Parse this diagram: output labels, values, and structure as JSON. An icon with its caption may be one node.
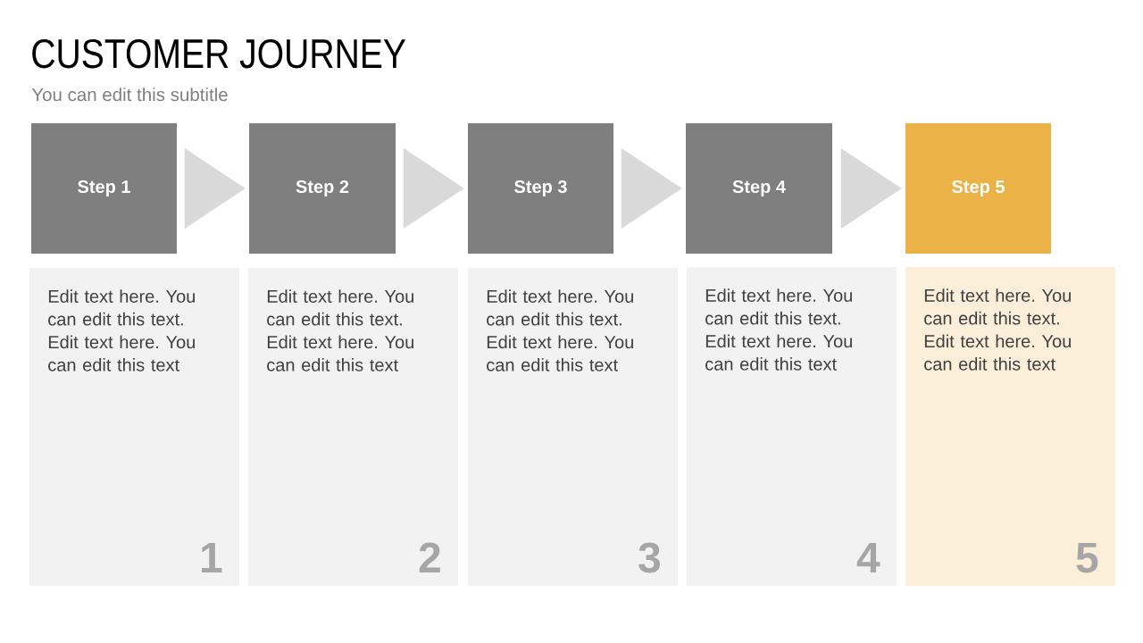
{
  "diagram": {
    "title": "CUSTOMER JOURNEY",
    "nodes": [
      {
        "text": [
          "Step 1"
        ]
      },
      {
        "text": [
          "Step 2"
        ]
      },
      {
        "text": [
          "Step 3"
        ]
      },
      {
        "text": [
          "Step 4"
        ]
      },
      {
        "text": [
          "Step 5"
        ]
      },
      {
        "text": [
          "Edit text here. You can edit this text. Edit text here. You can edit this text",
          "1"
        ]
      },
      {
        "text": [
          "Edit text here. You can edit this text. Edit text here. You can edit this text",
          "2"
        ]
      },
      {
        "text": [
          "Edit text here. You can edit this text. Edit text here. You can edit this text",
          "3"
        ]
      },
      {
        "text": [
          "Edit text here. You can edit this text. Edit text here. You can edit this text",
          "4"
        ]
      },
      {
        "text": [
          "Edit text here. You can edit this text. Edit text here. You can edit this text",
          "5"
        ]
      }
    ],
    "edges": [
      {
        "from": 0,
        "to": 1,
        "arrow": "to"
      },
      {
        "from": 1,
        "to": 2,
        "arrow": "to"
      },
      {
        "from": 2,
        "to": 3,
        "arrow": "to"
      },
      {
        "from": 3,
        "to": 4,
        "arrow": "to"
      }
    ],
    "labels": [
      "You can edit this subtitle"
    ]
  }
}
